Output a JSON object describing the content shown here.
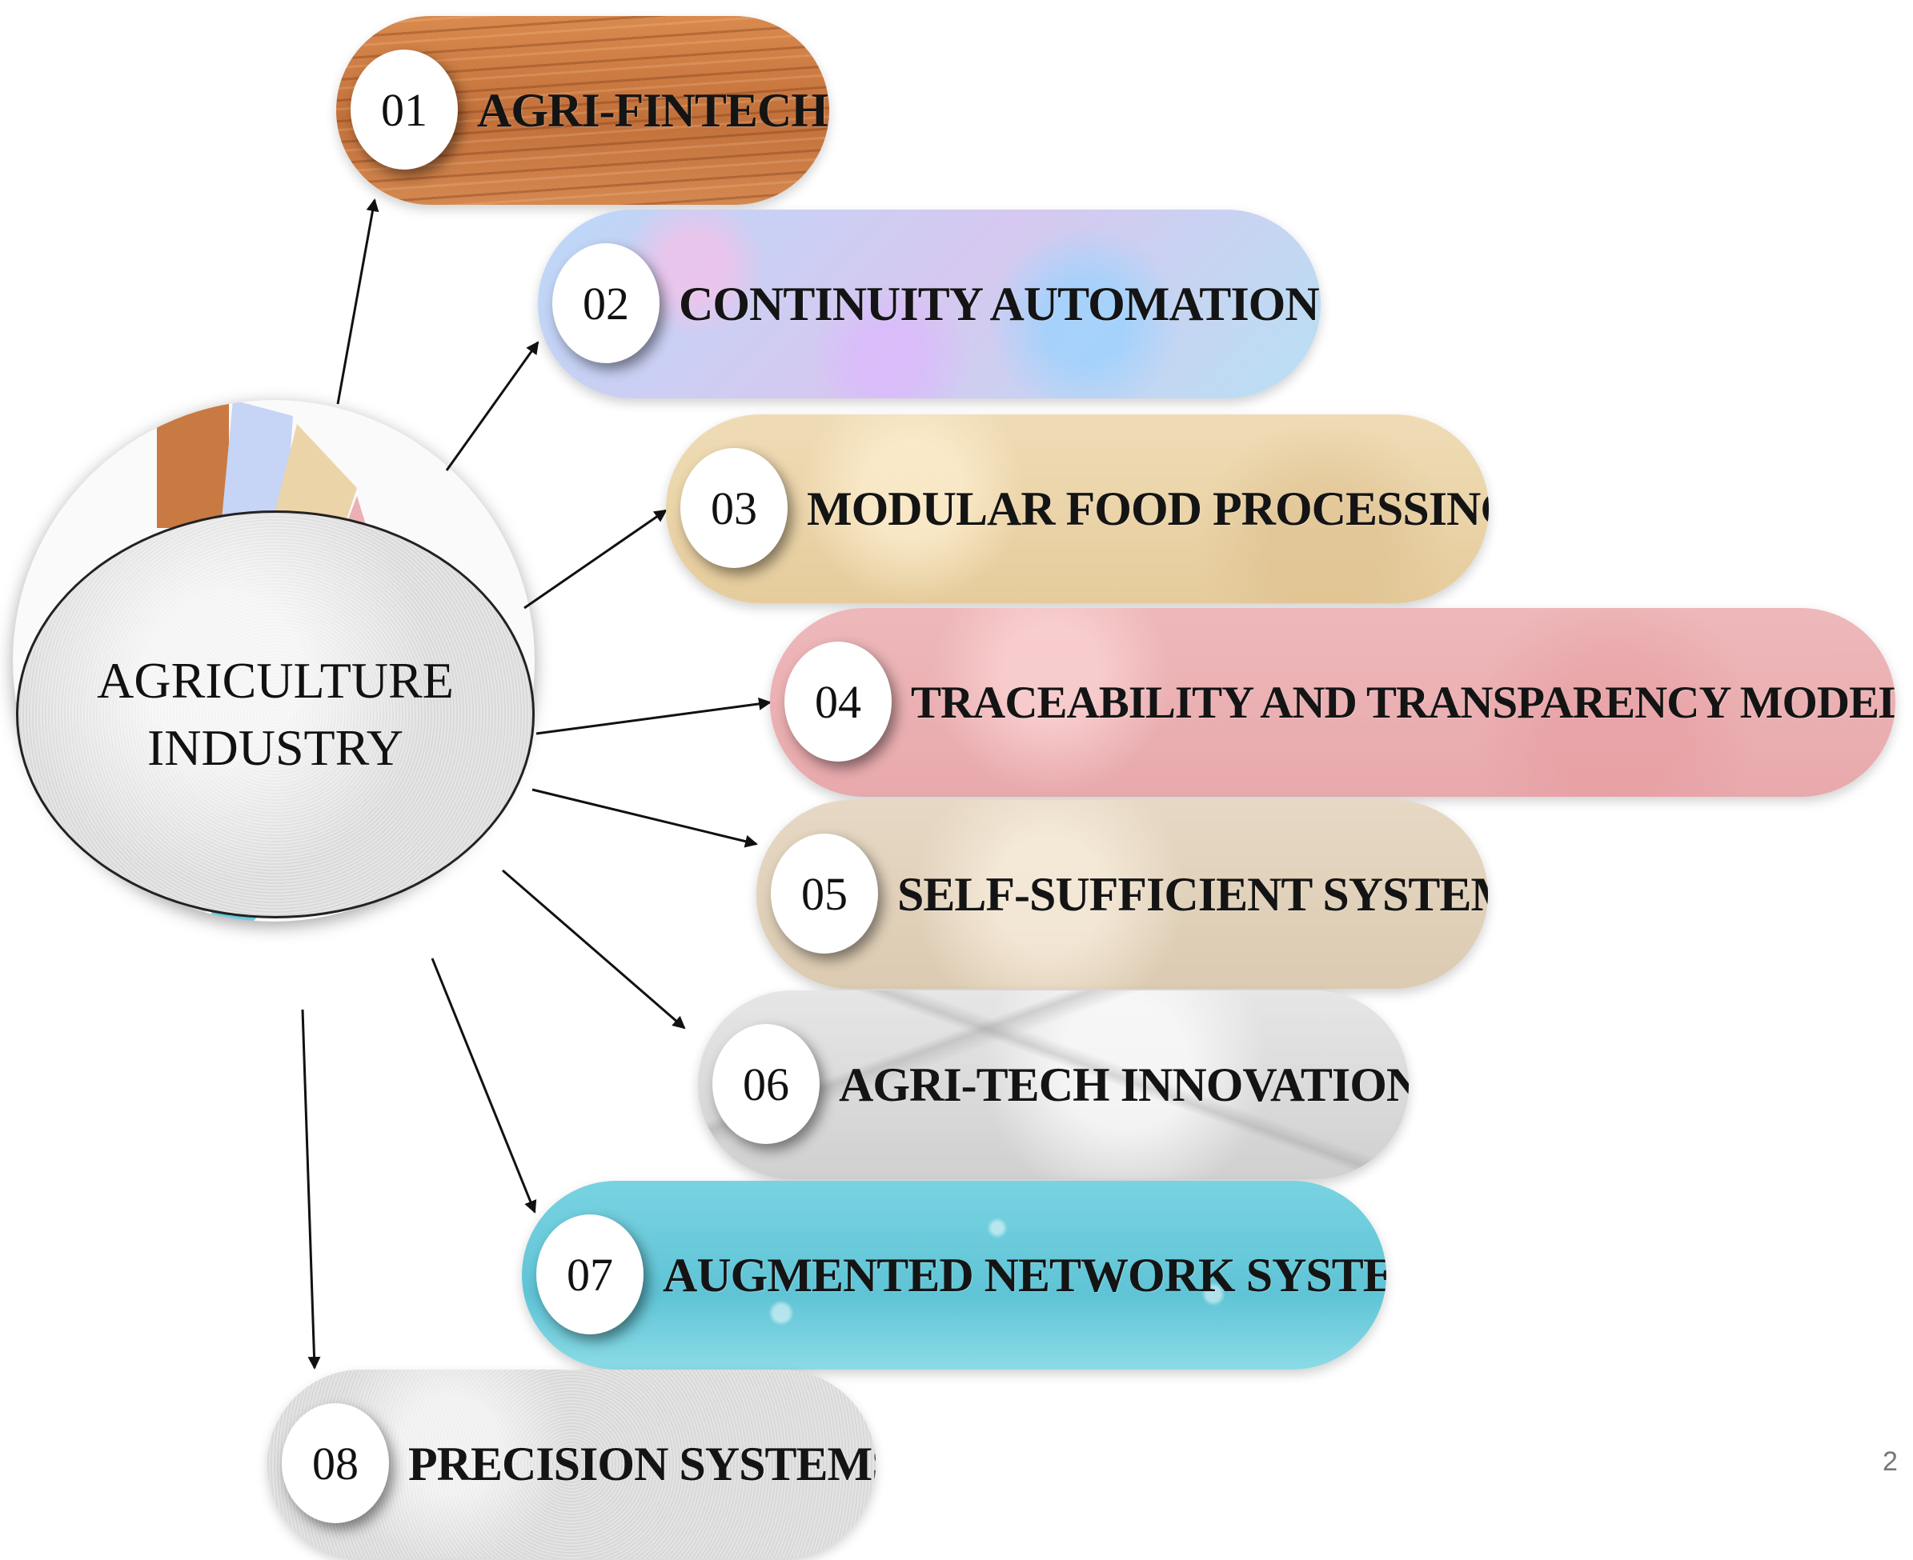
{
  "center": {
    "line1": "AGRICULTURE",
    "line2": "INDUSTRY"
  },
  "nodes": [
    {
      "number": "01",
      "label": "AGRI-FINTECH",
      "texture": "wood",
      "color": "#c97a42"
    },
    {
      "number": "02",
      "label": "CONTINUITY AUTOMATION",
      "texture": "pastel-bubbles",
      "color": "#c6d4f6"
    },
    {
      "number": "03",
      "label": "MODULAR FOOD PROCESSING",
      "texture": "sand",
      "color": "#ebd4a8"
    },
    {
      "number": "04",
      "label": "TRACEABILITY AND TRANSPARENCY MODEL",
      "texture": "pink-stone",
      "color": "#ebb0b3"
    },
    {
      "number": "05",
      "label": "SELF-SUFFICIENT SYSTEMS",
      "texture": "beige-stone",
      "color": "#e2d2bc"
    },
    {
      "number": "06",
      "label": "AGRI-TECH INNOVATIONS",
      "texture": "marble",
      "color": "#dcdcdc"
    },
    {
      "number": "07",
      "label": "AUGMENTED NETWORK SYSTEM",
      "texture": "water-drops",
      "color": "#6ccadb"
    },
    {
      "number": "08",
      "label": "PRECISION SYSTEMS",
      "texture": "granite",
      "color": "#dedede"
    }
  ],
  "page_number": "2"
}
